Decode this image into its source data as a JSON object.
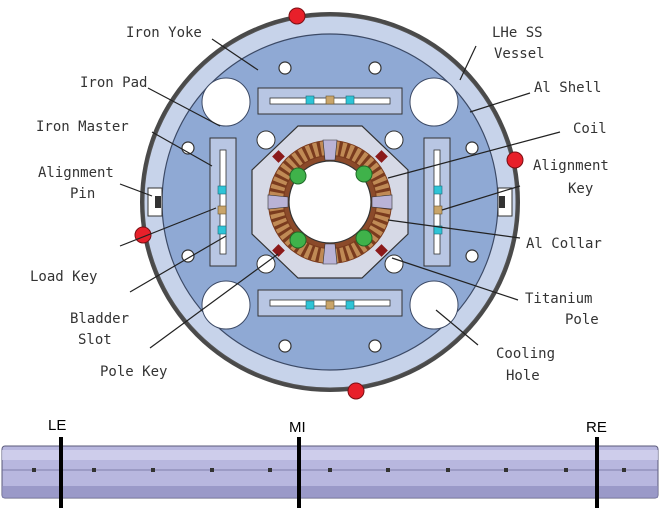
{
  "labels": {
    "iron_yoke": "Iron Yoke",
    "iron_pad": "Iron Pad",
    "iron_master": "Iron Master",
    "alignment_pin_1": "Alignment",
    "alignment_pin_2": "Pin",
    "load_key": "Load Key",
    "bladder_slot_1": "Bladder",
    "bladder_slot_2": "Slot",
    "pole_key": "Pole Key",
    "lhe_vessel_1": "LHe SS",
    "lhe_vessel_2": "Vessel",
    "al_shell": "Al Shell",
    "coil": "Coil",
    "alignment_key_1": "Alignment",
    "alignment_key_2": "Key",
    "al_collar": "Al Collar",
    "titanium_pole_1": "Titanium",
    "titanium_pole_2": "Pole",
    "cooling_hole_1": "Cooling",
    "cooling_hole_2": "Hole"
  },
  "positions": {
    "le": "LE",
    "mi": "MI",
    "re": "RE"
  },
  "colors": {
    "yoke_blue": "#8fa9d4",
    "shell_outline": "#3a3a3a",
    "collar_gray": "#d6d9e6",
    "pole_purple": "#b9b3d6",
    "coil_brown": "#7a3b1e",
    "coil_copper": "#c08a55",
    "marker_red": "#e8202a",
    "marker_green": "#3fb24a",
    "cylinder_lavender": "#b8b7df"
  }
}
